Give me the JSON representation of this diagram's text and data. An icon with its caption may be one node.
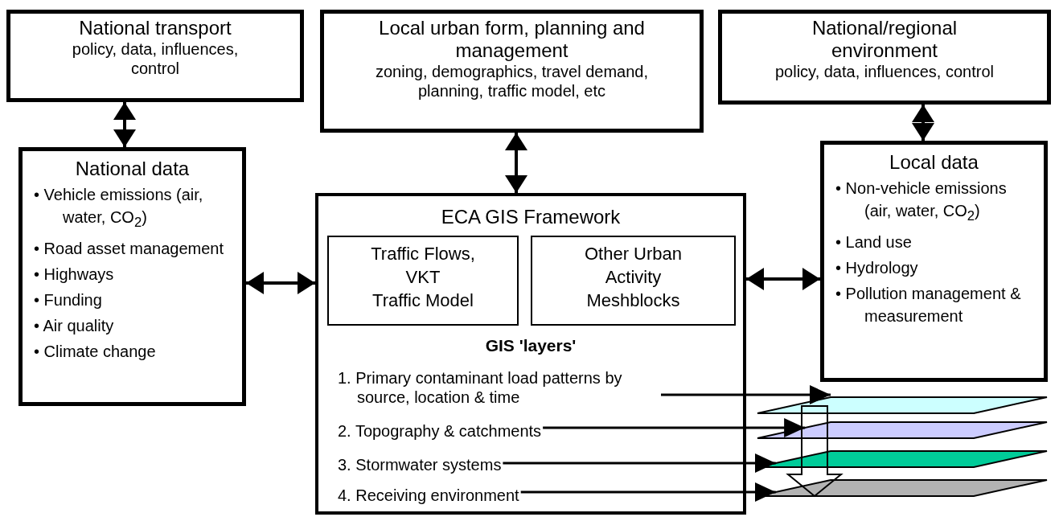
{
  "diagram": {
    "nodes": [
      {
        "text": [
          "National transport",
          "policy, data, influences, control"
        ]
      },
      {
        "text": [
          "Local urban form, planning and management",
          "zoning, demographics, travel demand, planning, traffic model, etc"
        ]
      },
      {
        "text": [
          "National/regional environment",
          "policy, data, influences, control"
        ]
      },
      {
        "text": [
          "National data",
          "• Vehicle emissions (air, water, CO$_{2}$)",
          "• Road asset management",
          "• Highways",
          "• Funding",
          "• Air quality",
          "• Climate change"
        ]
      },
      {
        "text": [
          "ECA GIS Framework",
          "GIS 'layers'"
        ]
      },
      {
        "text": [
          "Traffic Flows, VKT",
          "Traffic Model"
        ],
        "in": 4
      },
      {
        "text": [
          "Other Urban Activity",
          "Meshblocks"
        ],
        "in": 4
      },
      {
        "text": [
          "Local data",
          "• Non-vehicle emissions (air, water, CO$_{2}$)",
          "• Land use",
          "• Hydrology",
          "• Pollution management & measurement"
        ]
      },
      {
        "text": [
          "1. Primary contaminant load patterns by source, location & time"
        ],
        "in": 4
      },
      {
        "text": [
          "2. Topography & catchments"
        ],
        "in": 4
      },
      {
        "text": [
          "3. Stormwater systems"
        ],
        "in": 4
      },
      {
        "text": [
          "4. Receiving environment"
        ],
        "in": 4
      },
      {
        "text": [],
        "shape": "plane"
      },
      {
        "text": [],
        "shape": "plane"
      },
      {
        "text": [],
        "shape": "plane"
      },
      {
        "text": [],
        "shape": "plane"
      }
    ],
    "edges": [
      {
        "from": 0,
        "to": 3,
        "arrow": "both"
      },
      {
        "from": 1,
        "to": 4,
        "arrow": "both"
      },
      {
        "from": 2,
        "to": 7,
        "arrow": "both"
      },
      {
        "from": 3,
        "to": 4,
        "arrow": "both"
      },
      {
        "from": 4,
        "to": 7,
        "arrow": "both"
      },
      {
        "from": 8,
        "to": 12,
        "arrow": "to"
      },
      {
        "from": 9,
        "to": 13,
        "arrow": "to"
      },
      {
        "from": 10,
        "to": 14,
        "arrow": "to"
      },
      {
        "from": 11,
        "to": 15,
        "arrow": "to"
      },
      {
        "from": 12,
        "to": 15,
        "arrow": "to",
        "style": "thick"
      }
    ]
  }
}
